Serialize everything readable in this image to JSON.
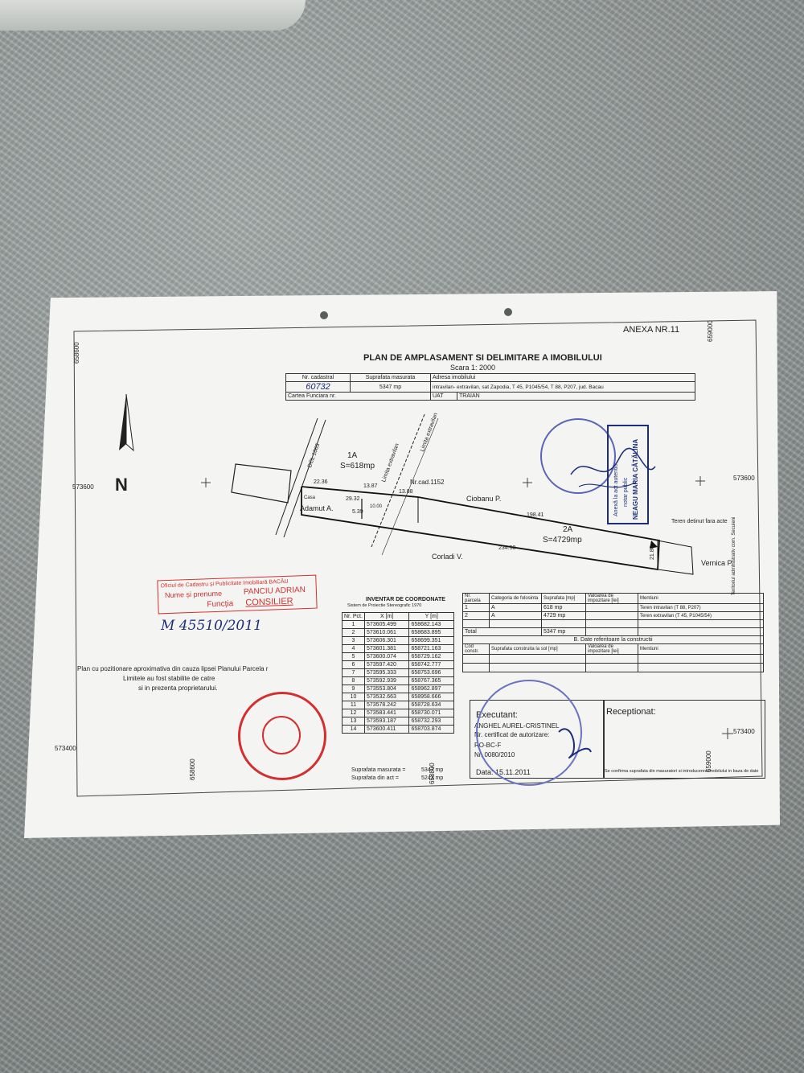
{
  "document": {
    "annex": "ANEXA NR.11",
    "title": "PLAN DE AMPLASAMENT SI DELIMITARE A IMOBILULUI",
    "scale": "Scara 1: 2000",
    "header_table": {
      "nr_cadastral_label": "Nr. cadastral",
      "nr_cadastral_value": "60732",
      "suprafata_label": "Suprafata masurata",
      "suprafata_value": "5347 mp",
      "adresa_label": "Adresa imobilului",
      "adresa_value": "intravilan- extravilan, sat Zapodia, T 45, P1045/54, T 88, P207, jud. Bacau",
      "carte_label": "Cartea Funciara nr.",
      "uat_label": "UAT",
      "uat_value": "TRAIAN"
    }
  },
  "map": {
    "north": "N",
    "coord_left_top": "573600",
    "coord_right_top": "573600",
    "coord_left_bottom": "573400",
    "coord_right_bottom": "573400",
    "coord_top_left": "658600",
    "coord_top_right": "659000",
    "coord_bottom_left": "658600",
    "coord_bottom_right": "659000",
    "coord_bottom_mid": "658800",
    "parcel_1a": "1A",
    "parcel_1a_area": "S=618mp",
    "parcel_2a": "2A",
    "parcel_2a_area": "S=4729mp",
    "road_label": "DCL 1063",
    "limit_label_1": "Limita extravilan",
    "limit_label_2": "Limita extravilan",
    "nr_cad": "Nr.cad.1152",
    "neighbor_ciobanu": "Ciobanu P.",
    "neighbor_adamut": "Adamut A.",
    "neighbor_corladi": "Corladi V.",
    "neighbor_vernica": "Vernica P.",
    "casa": "Casa",
    "dist_1": "22.36",
    "dist_2": "13.87",
    "dist_3": "13.88",
    "dist_4": "198.41",
    "dist_5": "234.50",
    "dist_6": "21.86",
    "dist_7": "29.32",
    "dist_8": "5.39",
    "dist_9": "10.00",
    "teren_note": "Teren detinut fara acte",
    "side_note": "Teritoriul administrativ com. Secuieni"
  },
  "office_stamp": {
    "line1": "Oficiul de Cadastru și Publicitate Imobiliară BACĂU",
    "line2_label": "Nume și prenume",
    "line2_value": "PANCIU ADRIAN",
    "line3_label": "Funcția",
    "line3_value": "CONSILIER"
  },
  "handwritten_ref": "M 45510/2011",
  "notes": {
    "line1": "Plan cu pozitionare aproximativa din cauza lipsei Planului Parcela r",
    "line2": "Limitele au fost stabilite de catre",
    "line3": "si in prezenta proprietarului."
  },
  "notary": {
    "line1": "NEAGU MARIA CĂTĂLINA",
    "line2": "notar public",
    "line3": "Anexă la act autentic"
  },
  "inventory": {
    "title": "INVENTAR DE COORDONATE",
    "subtitle": "Sistem de Proiectie Stereografic 1970",
    "headers": [
      "Nr. Pct.",
      "X [m]",
      "Y [m]"
    ],
    "rows": [
      [
        "1",
        "573605.499",
        "658682.143"
      ],
      [
        "2",
        "573610.061",
        "658683.895"
      ],
      [
        "3",
        "573606.301",
        "658699.351"
      ],
      [
        "4",
        "573601.381",
        "658721.163"
      ],
      [
        "5",
        "573600.074",
        "658729.162"
      ],
      [
        "6",
        "573597.420",
        "658742.777"
      ],
      [
        "7",
        "573595.333",
        "658753.696"
      ],
      [
        "8",
        "573592.939",
        "658767.365"
      ],
      [
        "9",
        "573553.804",
        "658962.897"
      ],
      [
        "10",
        "573532.663",
        "658958.666"
      ],
      [
        "11",
        "573578.242",
        "658728.634"
      ],
      [
        "12",
        "573583.441",
        "658730.071"
      ],
      [
        "13",
        "573593.187",
        "658732.293"
      ],
      [
        "14",
        "573600.411",
        "658703.874"
      ]
    ],
    "measured_label": "Suprafata masurata =",
    "measured_value": "5347 mp",
    "act_label": "Suprafata din act =",
    "act_value": "5243 mp"
  },
  "parcels": {
    "headers": [
      "Nr. parcela",
      "Categoria de folosinta",
      "Suprafata [mp]",
      "Valoarea de impozitare [lei]",
      "Mentiuni"
    ],
    "rows": [
      [
        "1",
        "A",
        "618 mp",
        "",
        "Teren intravilan (T 88, P207)"
      ],
      [
        "2",
        "A",
        "4729 mp",
        "",
        "Teren extravilan (T 45, P1045/54)"
      ]
    ],
    "total_label": "Total",
    "total_value": "5347 mp",
    "section_b": "B. Date referitoare la constructii",
    "b_headers": [
      "Cod constr.",
      "Suprafata construita la sol [mp]",
      "Valoarea de impozitare [lei]",
      "Mentiuni"
    ]
  },
  "executant": {
    "label": "Executant:",
    "name": "ANGHEL AUREL-CRISTINEL",
    "cert_label": "Nr. certificat de autorizare:",
    "cert_code": "RO-BC-F",
    "cert_nr": "Nr. 0080/2010",
    "date": "Data: 15.11.2011",
    "receptionat": "Receptionat:",
    "confirm_note": "Se confirma suprafata din masuratori si introducerea imobilului in baza de date"
  }
}
